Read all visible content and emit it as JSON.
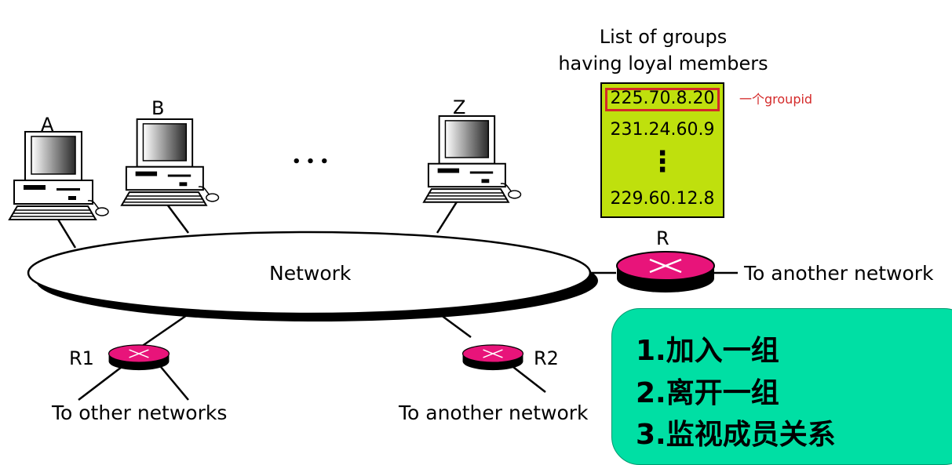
{
  "group_list": {
    "title_line1": "List of groups",
    "title_line2": "having loyal members",
    "entries": [
      "225.70.8.20",
      "231.24.60.9",
      "229.60.12.8"
    ],
    "ellipsis": "⋮",
    "highlight_note": "一个groupid"
  },
  "hosts": [
    {
      "label": "A"
    },
    {
      "label": "B"
    },
    {
      "label": "Z"
    }
  ],
  "host_ellipsis": "• • •",
  "network_label": "Network",
  "routers": {
    "r": {
      "label": "R",
      "destination": "To another network"
    },
    "r1": {
      "label": "R1",
      "destination": "To other networks"
    },
    "r2": {
      "label": "R2",
      "destination": "To another network"
    }
  },
  "operations": [
    "1.加入一组",
    "2.离开一组",
    "3.监视成员关系"
  ],
  "colors": {
    "router": "#e8147a",
    "group_table": "#bfe00d",
    "highlight": "#d42a2a",
    "operations_box": "#00dfa4"
  }
}
